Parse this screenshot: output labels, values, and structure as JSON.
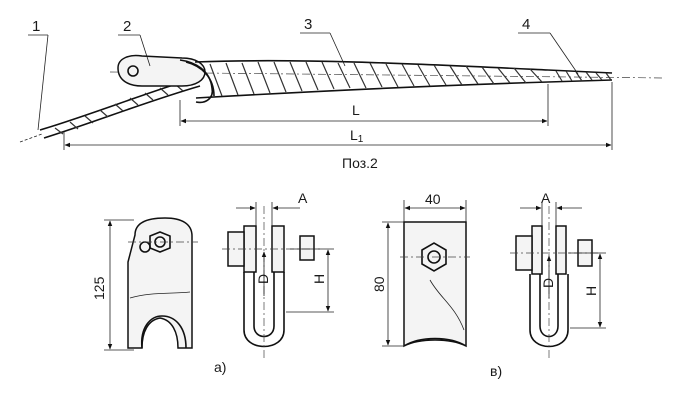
{
  "assembly": {
    "callouts": [
      "1",
      "2",
      "3",
      "4"
    ],
    "dimensions": {
      "L": "L",
      "L1_main": "L",
      "L1_sub": "1"
    },
    "position_label": "Поз.2"
  },
  "variant_a": {
    "caption": "а)",
    "height_dim": "125",
    "dim_A": "A",
    "dim_D": "D",
    "dim_H": "H"
  },
  "variant_b": {
    "caption": "в)",
    "height_dim": "80",
    "width_dim": "40",
    "dim_A": "A",
    "dim_D": "D",
    "dim_H": "H"
  }
}
